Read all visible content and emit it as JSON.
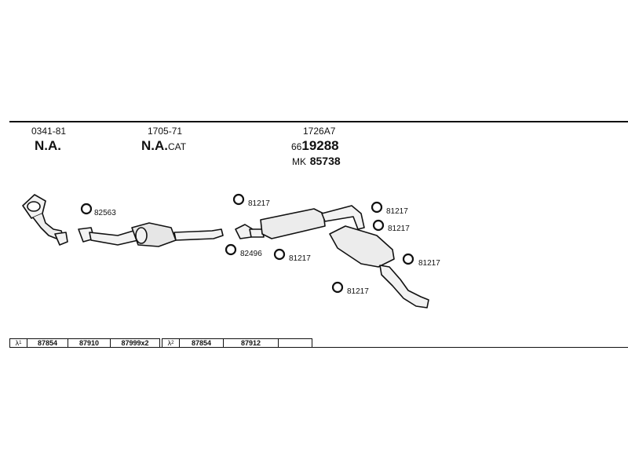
{
  "headers": [
    {
      "code": "0341-81",
      "name": "N.A.",
      "suffix": ""
    },
    {
      "code": "1705-71",
      "name": "N.A.",
      "suffix": "CAT"
    },
    {
      "code": "1726A7",
      "prefix_small": "66",
      "main_number": "19288",
      "mk_prefix": "MK",
      "mk_number": "85738"
    }
  ],
  "part_labels": {
    "p1": "82563",
    "p2": "82496",
    "p3": "81217",
    "p4": "81217",
    "p5": "81217",
    "p6": "81217",
    "p7": "81217",
    "p8": "81217"
  },
  "strips": [
    {
      "lambda": "λ",
      "sup": "1",
      "cells": [
        "87854",
        "87910",
        "87999x2"
      ]
    },
    {
      "lambda": "λ",
      "sup": "2",
      "cells": [
        "87854",
        "87912",
        ""
      ]
    }
  ]
}
